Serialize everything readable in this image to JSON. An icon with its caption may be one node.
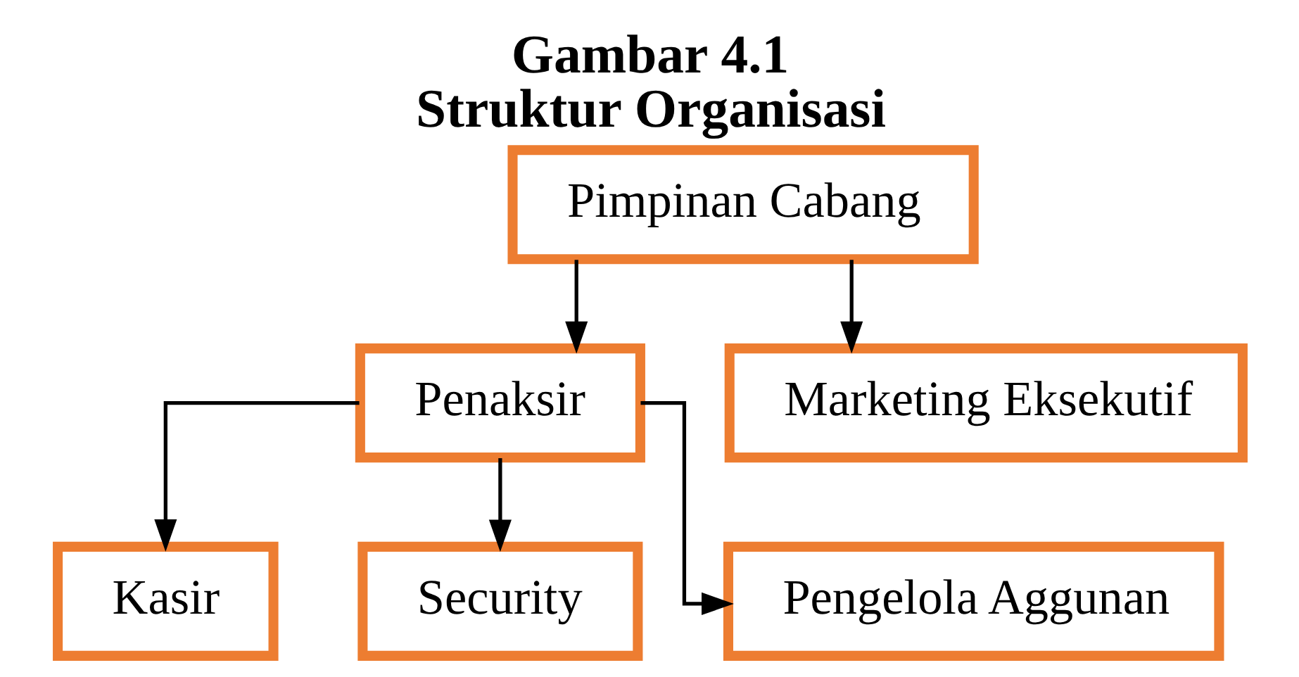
{
  "diagram": {
    "title": "Gambar 4.1",
    "caption": "Struktur Organisasi",
    "nodes": [
      {
        "text": [
          "Pimpinan Cabang"
        ]
      },
      {
        "text": [
          "Penaksir"
        ]
      },
      {
        "text": [
          "Marketing Eksekutif"
        ]
      },
      {
        "text": [
          "Kasir"
        ]
      },
      {
        "text": [
          "Security"
        ]
      },
      {
        "text": [
          "Pengelola Aggunan"
        ]
      }
    ],
    "edges": [
      {
        "from": 0,
        "to": 1,
        "arrow": "to"
      },
      {
        "from": 0,
        "to": 2,
        "arrow": "to"
      },
      {
        "from": 1,
        "to": 3,
        "arrow": "to"
      },
      {
        "from": 1,
        "to": 4,
        "arrow": "to"
      },
      {
        "from": 1,
        "to": 5,
        "arrow": "to"
      }
    ]
  }
}
